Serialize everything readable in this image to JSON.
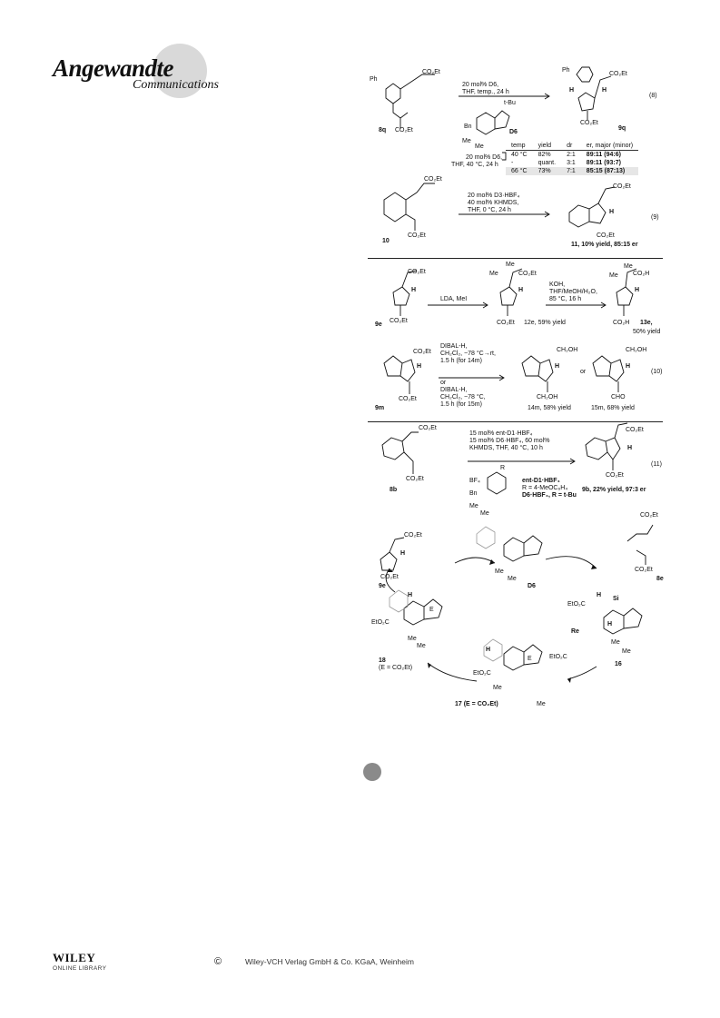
{
  "header": {
    "journal": "Angewandte",
    "section": "Communications"
  },
  "scheme": {
    "eq8": {
      "substrate": "8q",
      "substrate_groups": [
        "Ph",
        "CO₂Et",
        "CO₂Et"
      ],
      "conditions": [
        "20 mol% D6,",
        "THF, temp., 24 h"
      ],
      "catalyst_labels": [
        "t-Bu",
        "Bn",
        "Me",
        "Me",
        "D6"
      ],
      "product": "9q",
      "product_groups": [
        "Ph",
        "CO₂Et",
        "H",
        "H",
        "CO₂Et"
      ],
      "number": "(8)",
      "table_conditions": [
        "20 mol% D6,",
        "THF, 40 °C, 24 h"
      ],
      "table_headers": [
        "temp",
        "yield",
        "dr",
        "er, major (minor)"
      ],
      "table_rows": [
        {
          "temp": "40 °C",
          "yield": "82%",
          "dr": "2:1",
          "er": "89:11 (94:6)"
        },
        {
          "temp": "-",
          "yield": "quant.",
          "dr": "3:1",
          "er": "89:11 (93:7)"
        },
        {
          "temp": "66 °C",
          "yield": "73%",
          "dr": "7:1",
          "er": "85:15 (87:13)"
        }
      ]
    },
    "eq9": {
      "substrate": "10",
      "substrate_groups": [
        "CO₂Et",
        "CO₂Et"
      ],
      "conditions": [
        "20 mol% D3·HBF₄",
        "40 mol% KHMDS,",
        "THF, 0 °C, 24 h"
      ],
      "product_groups": [
        "CO₂Et",
        "H",
        "CO₂Et"
      ],
      "product": "11, 10% yield, 85:15 er",
      "number": "(9)"
    },
    "eq10": {
      "start": "9e",
      "start_groups": [
        "CO₂Et",
        "H",
        "CO₂Et"
      ],
      "step1": "LDA, MeI",
      "int": "12e, 59% yield",
      "int_groups": [
        "Me",
        "Me",
        "CO₂Et",
        "H",
        "CO₂Et"
      ],
      "step2": [
        "KOH,",
        "THF/MeOH/H₂O,",
        "85 °C, 16 h"
      ],
      "acid": "13e,",
      "acid_yield": "50% yield",
      "acid_groups": [
        "Me",
        "Me",
        "CO₂H",
        "H",
        "CO₂H"
      ],
      "start2": "9m",
      "start2_groups": [
        "CO₂Et",
        "H",
        "CO₂Et"
      ],
      "red_conditions": [
        "DIBAL-H,",
        "CH₂Cl₂, −78 °C→rt,",
        "1.5 h (for 14m)",
        "or",
        "DIBAL-H,",
        "CH₂Cl₂, −78 °C,",
        "1.5 h (for 15m)"
      ],
      "p14": "14m, 58% yield",
      "p14_groups": [
        "CH₂OH",
        "H",
        "CH₂OH"
      ],
      "or": "or",
      "p15": "15m, 68% yield",
      "p15_groups": [
        "CH₂OH",
        "H",
        "CHO"
      ],
      "number": "(10)"
    },
    "eq11": {
      "substrate": "8b",
      "substrate_groups": [
        "CO₂Et",
        "CO₂Et"
      ],
      "conditions": [
        "15 mol% ent-D1·HBF₄",
        "15 mol% D6·HBF₄, 60 mol%",
        "KHMDS, THF, 40 °C, 10 h"
      ],
      "cat_labels": [
        "R",
        "BF₄",
        "Bn",
        "Me",
        "Me"
      ],
      "cat_def1": "ent-D1·HBF₄",
      "cat_def1b": "R = 4-MeOC₆H₄",
      "cat_def2": "D6·HBF₄, R = t-Bu",
      "product": "9b, 22% yield, 97:3 er",
      "product_groups": [
        "CO₂Et",
        "H",
        "CO₂Et"
      ],
      "number": "(11)"
    },
    "cycle": {
      "labels": [
        "9e",
        "D6",
        "8e",
        "16",
        "17 (E = CO₂Et)",
        "18",
        "(E = CO₂Et)"
      ],
      "d6_groups": [
        "Me",
        "Me"
      ],
      "i16_groups": [
        "EtO₂C",
        "H",
        "Si",
        "Re",
        "H",
        "EtO₂C",
        "Me",
        "Me"
      ],
      "i17_groups": [
        "H",
        "E",
        "EtO₂C",
        "Me",
        "Me"
      ],
      "i18_groups": [
        "H",
        "E",
        "EtO₂C",
        "Me",
        "Me"
      ],
      "e9_groups": [
        "CO₂Et",
        "H",
        "CO₂Et"
      ],
      "e8_groups": [
        "CO₂Et",
        "CO₂Et"
      ]
    }
  },
  "footer": {
    "brand": "WILEY",
    "library": "ONLINE LIBRARY",
    "copyright_symbol": "©",
    "copyright_text": "Wiley-VCH Verlag GmbH & Co. KGaA, Weinheim"
  },
  "colors": {
    "logo_circle": "#d9d9d9",
    "page_dot": "#8a8a8a",
    "table_highlight": "#e6e6e6"
  }
}
